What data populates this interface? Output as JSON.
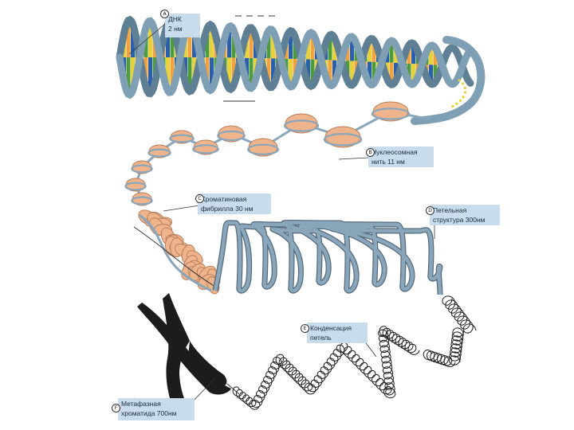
{
  "labels": {
    "dna": {
      "badge": "A",
      "line1": "ДНК",
      "line2": "2 нм"
    },
    "nucleosome": {
      "badge": "B",
      "line1": "Нуклеосомная",
      "line2": "нить 11 нм"
    },
    "chromatin": {
      "badge": "C",
      "line1": "Хроматиновая",
      "line2": "фибрилла 30 нм"
    },
    "loop": {
      "badge": "D",
      "line1": "Петельная",
      "line2": "структура 300нм"
    },
    "condensation": {
      "badge": "E",
      "line1": "Конденсация",
      "line2": "петель"
    },
    "chromatid": {
      "badge": "F",
      "line1": "Метафазная",
      "line2": "хроматида 700нм"
    }
  },
  "colors": {
    "backbone": "#7f9fb5",
    "backbone_dark": "#5f7f95",
    "base_orange": "#f2a23a",
    "base_blue": "#2a5fae",
    "base_green": "#4e9b3a",
    "base_yellow": "#e8d23a",
    "nucleosome": "#f0b48c",
    "nucleosome_edge": "#b8805c",
    "fiber": "#8aa6ba",
    "chromosome": "#1c1c1c",
    "label_bg": "#c9dcec"
  }
}
